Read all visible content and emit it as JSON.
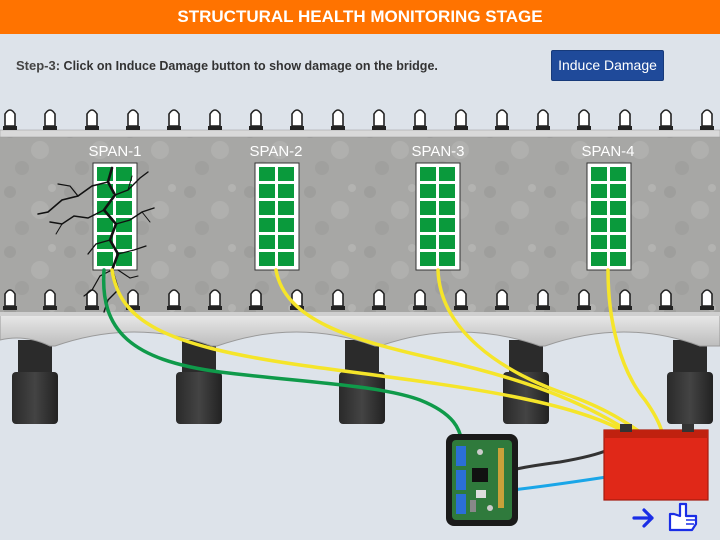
{
  "header": {
    "title": "STRUCTURAL HEALTH MONITORING STAGE"
  },
  "instruction": {
    "step_label": "Step-3:",
    "text": " Click on Induce Damage button to show damage on the bridge."
  },
  "actions": {
    "induce_damage_label": "Induce Damage"
  },
  "bridge": {
    "spans": [
      {
        "label": "SPAN-1",
        "damaged": true
      },
      {
        "label": "SPAN-2",
        "damaged": false
      },
      {
        "label": "SPAN-3",
        "damaged": false
      },
      {
        "label": "SPAN-4",
        "damaged": false
      }
    ]
  },
  "icons": {
    "next": "arrow-right-icon",
    "pointer": "hand-pointer-icon"
  },
  "colors": {
    "header": "#ff7300",
    "button": "#1f4a9a",
    "sensor_cell": "#0a9a3c",
    "wire_yellow": "#f5e52a",
    "wire_green": "#0f9a4a",
    "wire_blue": "#1aa6e8",
    "battery": "#e02818"
  }
}
